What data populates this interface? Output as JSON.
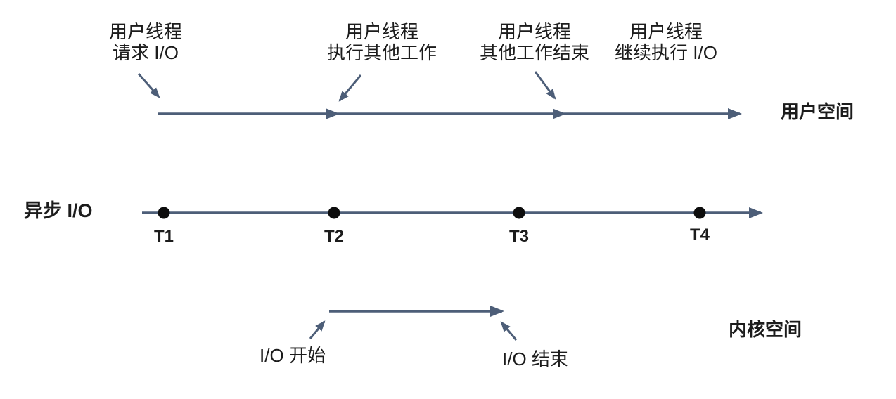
{
  "colors": {
    "line": "#4d5e78",
    "dot": "#0d0d0d",
    "text": "#1c1c1c",
    "background": "#ffffff"
  },
  "diagram_title": "异步 I/O",
  "user_space_lane": {
    "lane_label": "用户空间",
    "annotations": [
      {
        "line1": "用户线程",
        "line2": "请求 I/O"
      },
      {
        "line1": "用户线程",
        "line2": "执行其他工作"
      },
      {
        "line1": "用户线程",
        "line2": "其他工作结束"
      },
      {
        "line1": "用户线程",
        "line2": "继续执行 I/O"
      }
    ]
  },
  "timeline": {
    "points": [
      {
        "label": "T1"
      },
      {
        "label": "T2"
      },
      {
        "label": "T3"
      },
      {
        "label": "T4"
      }
    ]
  },
  "kernel_lane": {
    "lane_label": "内核空间",
    "io_start_label": "I/O 开始",
    "io_end_label": "I/O 结束"
  }
}
